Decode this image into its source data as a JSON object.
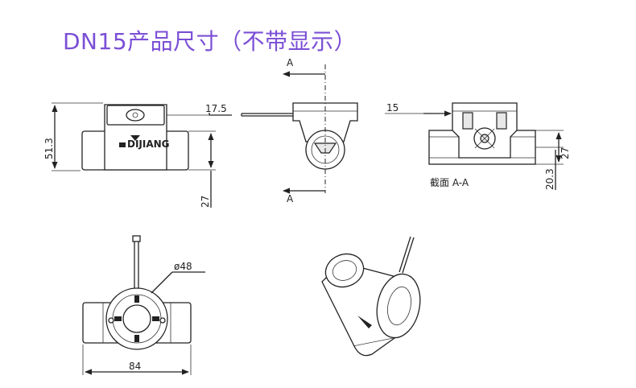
{
  "title": "DN15产品尺寸（不带显示）",
  "logo_text": "DIJIANG",
  "dimensions": {
    "height_total": "51.3",
    "lower_height": "27",
    "top_offset": "17.5",
    "section_top": "15",
    "section_height": "27",
    "section_lower": "20.3",
    "diameter": "ø48",
    "length": "84"
  },
  "section_marks": {
    "top": "A",
    "bottom": "A"
  },
  "section_caption": "截面  A-A",
  "colors": {
    "title": "#7b4fd6",
    "line": "#222222"
  }
}
